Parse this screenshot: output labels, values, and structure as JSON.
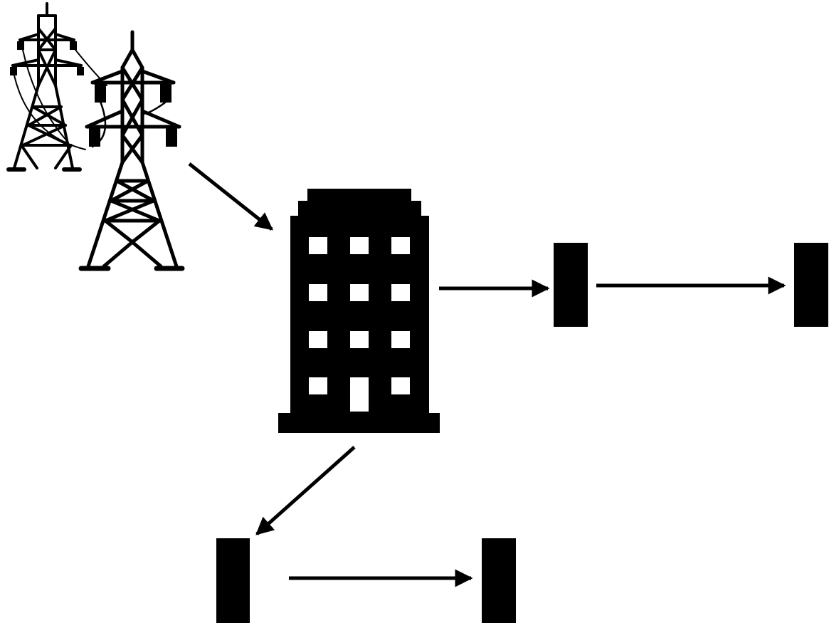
{
  "diagram": {
    "nodes": [
      {
        "id": "power-towers",
        "icon": "power-transmission-tower-icon"
      },
      {
        "id": "building",
        "icon": "office-building-icon"
      },
      {
        "id": "block-right-1",
        "icon": "black-rectangle"
      },
      {
        "id": "block-right-2",
        "icon": "black-rectangle"
      },
      {
        "id": "block-bottom-1",
        "icon": "black-rectangle"
      },
      {
        "id": "block-bottom-2",
        "icon": "black-rectangle"
      }
    ],
    "edges": [
      {
        "from": "power-towers",
        "to": "building"
      },
      {
        "from": "building",
        "to": "block-right-1"
      },
      {
        "from": "block-right-1",
        "to": "block-right-2"
      },
      {
        "from": "building",
        "to": "block-bottom-1"
      },
      {
        "from": "block-bottom-1",
        "to": "block-bottom-2"
      }
    ],
    "colors": {
      "foreground": "#000000",
      "background": "#ffffff"
    }
  }
}
